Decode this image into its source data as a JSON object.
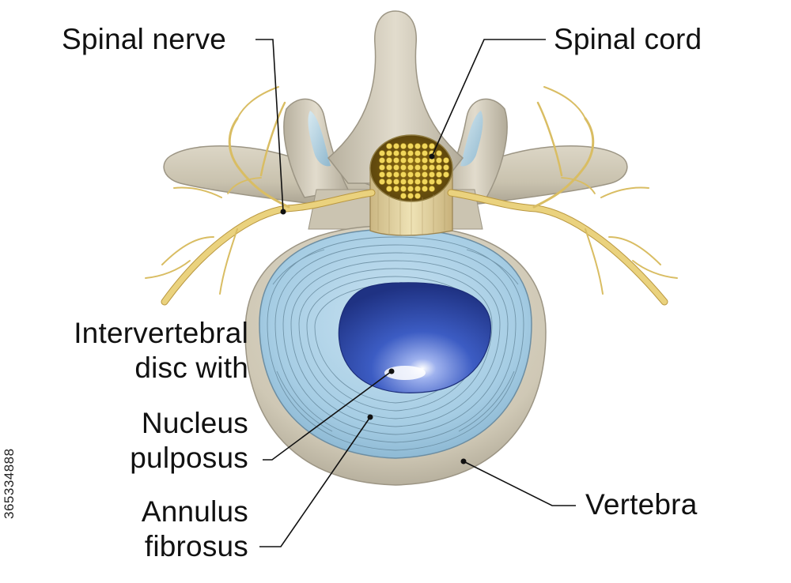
{
  "labels": {
    "spinal_nerve": "Spinal nerve",
    "spinal_cord": "Spinal cord",
    "disc_line1": "Intervertebral",
    "disc_line2": "disc with",
    "nucleus_line1": "Nucleus",
    "nucleus_line2": "pulposus",
    "annulus_line1": "Annulus",
    "annulus_line2": "fibrosus",
    "vertebra": "Vertebra"
  },
  "stock_id": "365334888",
  "colors": {
    "bone": "#cfc8b6",
    "bone_shadow": "#a39d8c",
    "cartilage": "#9ec3d8",
    "annulus": "#a9cfe6",
    "annulus_ring": "#5f8296",
    "nucleus": "#2f4fb4",
    "nerve": "#e6cd78",
    "nerve_dark": "#b9973f",
    "leader": "#111111"
  }
}
